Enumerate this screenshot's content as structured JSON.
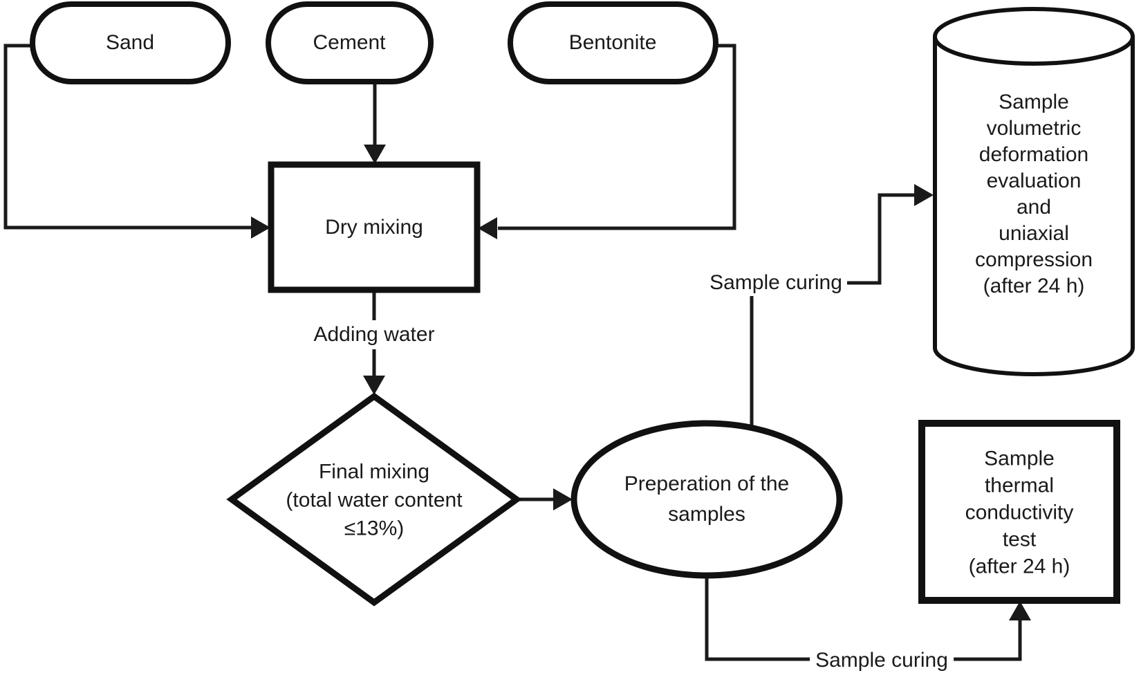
{
  "diagram": {
    "type": "flowchart",
    "nodes": {
      "sand": {
        "label": "Sand",
        "shape": "rounded-rectangle"
      },
      "cement": {
        "label": "Cement",
        "shape": "rounded-rectangle"
      },
      "bentonite": {
        "label": "Bentonite",
        "shape": "rounded-rectangle"
      },
      "dry_mixing": {
        "label": "Dry mixing",
        "shape": "rectangle"
      },
      "final_mixing": {
        "label": "Final mixing\n(total water content\n≤13%)",
        "shape": "diamond"
      },
      "preparation": {
        "label": "Preperation of the\nsamples",
        "shape": "ellipse"
      },
      "volumetric": {
        "label": "Sample\nvolumetric\ndeformation\nevaluation and\nuniaxial\ncompression\n(after 24 h)",
        "shape": "cylinder"
      },
      "thermal": {
        "label": "Sample thermal\nconductivity test\n(after 24 h)",
        "shape": "square"
      }
    },
    "edge_labels": {
      "adding_water": "Adding water",
      "sample_curing_top": "Sample curing",
      "sample_curing_bottom": "Sample curing"
    },
    "colors": {
      "shape_stroke": "#111111",
      "line_stroke": "#1a1a1a",
      "text": "#1a1a1a",
      "background": "#ffffff"
    }
  }
}
